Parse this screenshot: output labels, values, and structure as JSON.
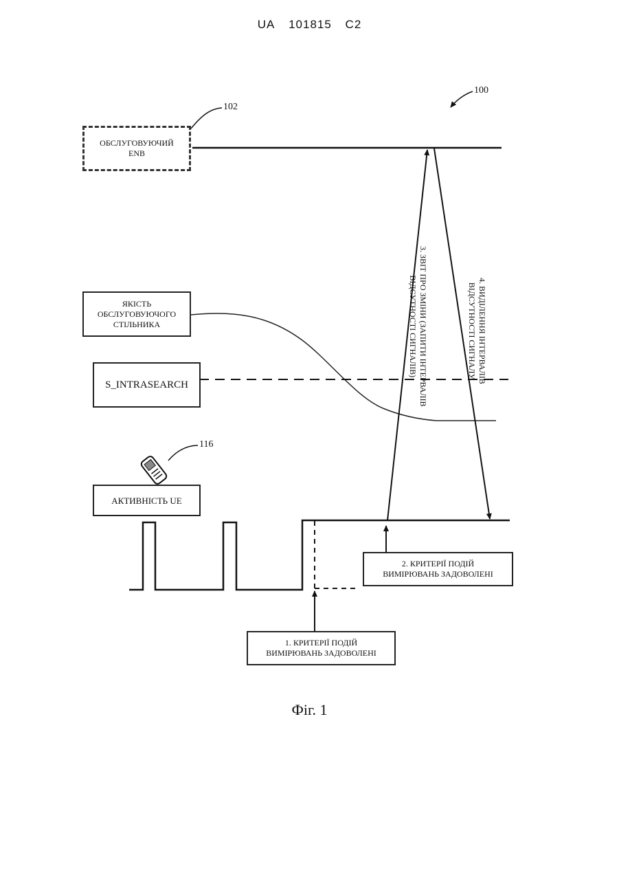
{
  "header": {
    "country": "UA",
    "number": "101815",
    "kind": "C2"
  },
  "refs": {
    "system": "100",
    "enb": "102",
    "ue": "116"
  },
  "boxes": {
    "enb": {
      "line1": "ОБСЛУГОВУЮЧИЙ",
      "line2": "ENB"
    },
    "quality": {
      "line1": "ЯКІСТЬ",
      "line2": "ОБСЛУГОВУЮЧОГО",
      "line3": "СТІЛЬНИКА"
    },
    "threshold": {
      "line1": "S_INTRASEARCH"
    },
    "ue_activity": {
      "line1": "АКТИВНІСТЬ UE"
    },
    "step1": {
      "line1": "1. КРИТЕРІЇ ПОДІЙ",
      "line2": "ВИМІРЮВАНЬ ЗАДОВОЛЕНІ"
    },
    "step2": {
      "line1": "2. КРИТЕРІЇ ПОДІЙ",
      "line2": "ВИМІРЮВАНЬ ЗАДОВОЛЕНІ"
    }
  },
  "vertical_labels": {
    "step3": {
      "line1": "3. ЗВІТ ПРО ЗМІНИ (ЗАПИТИ ІНТЕРВАЛІВ",
      "line2": "ВІДСУТНОСТІ СИГНАЛІВ)"
    },
    "step4": {
      "line1": "4. ВИДІЛЕННЯ ІНТЕРВАЛІВ",
      "line2": "ВІДСУТНОСТІ СИГНАЛУ"
    }
  },
  "caption": "Фіг. 1"
}
